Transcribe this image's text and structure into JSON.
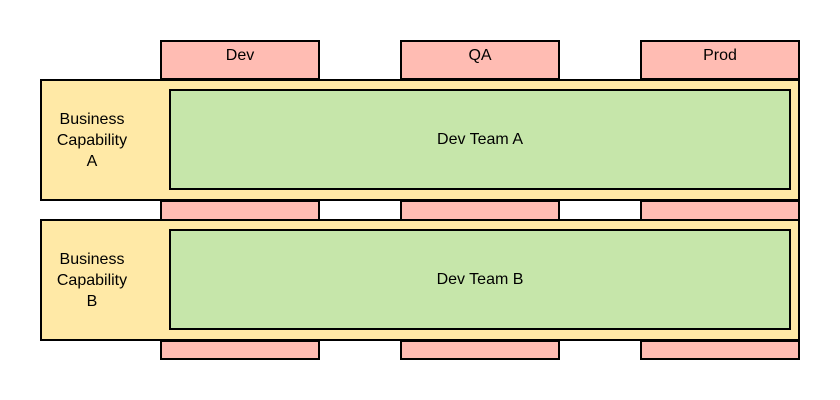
{
  "colors": {
    "environment_fill": "#ffbcb3",
    "capability_fill": "#ffe9a6",
    "team_fill": "#c6e6aa",
    "stroke": "#000000"
  },
  "environments": [
    {
      "label": "Dev"
    },
    {
      "label": "QA"
    },
    {
      "label": "Prod"
    }
  ],
  "capabilities": [
    {
      "label_lines": [
        "Business",
        "Capability",
        "A"
      ],
      "team": "Dev Team A"
    },
    {
      "label_lines": [
        "Business",
        "Capability",
        "B"
      ],
      "team": "Dev Team B"
    }
  ]
}
